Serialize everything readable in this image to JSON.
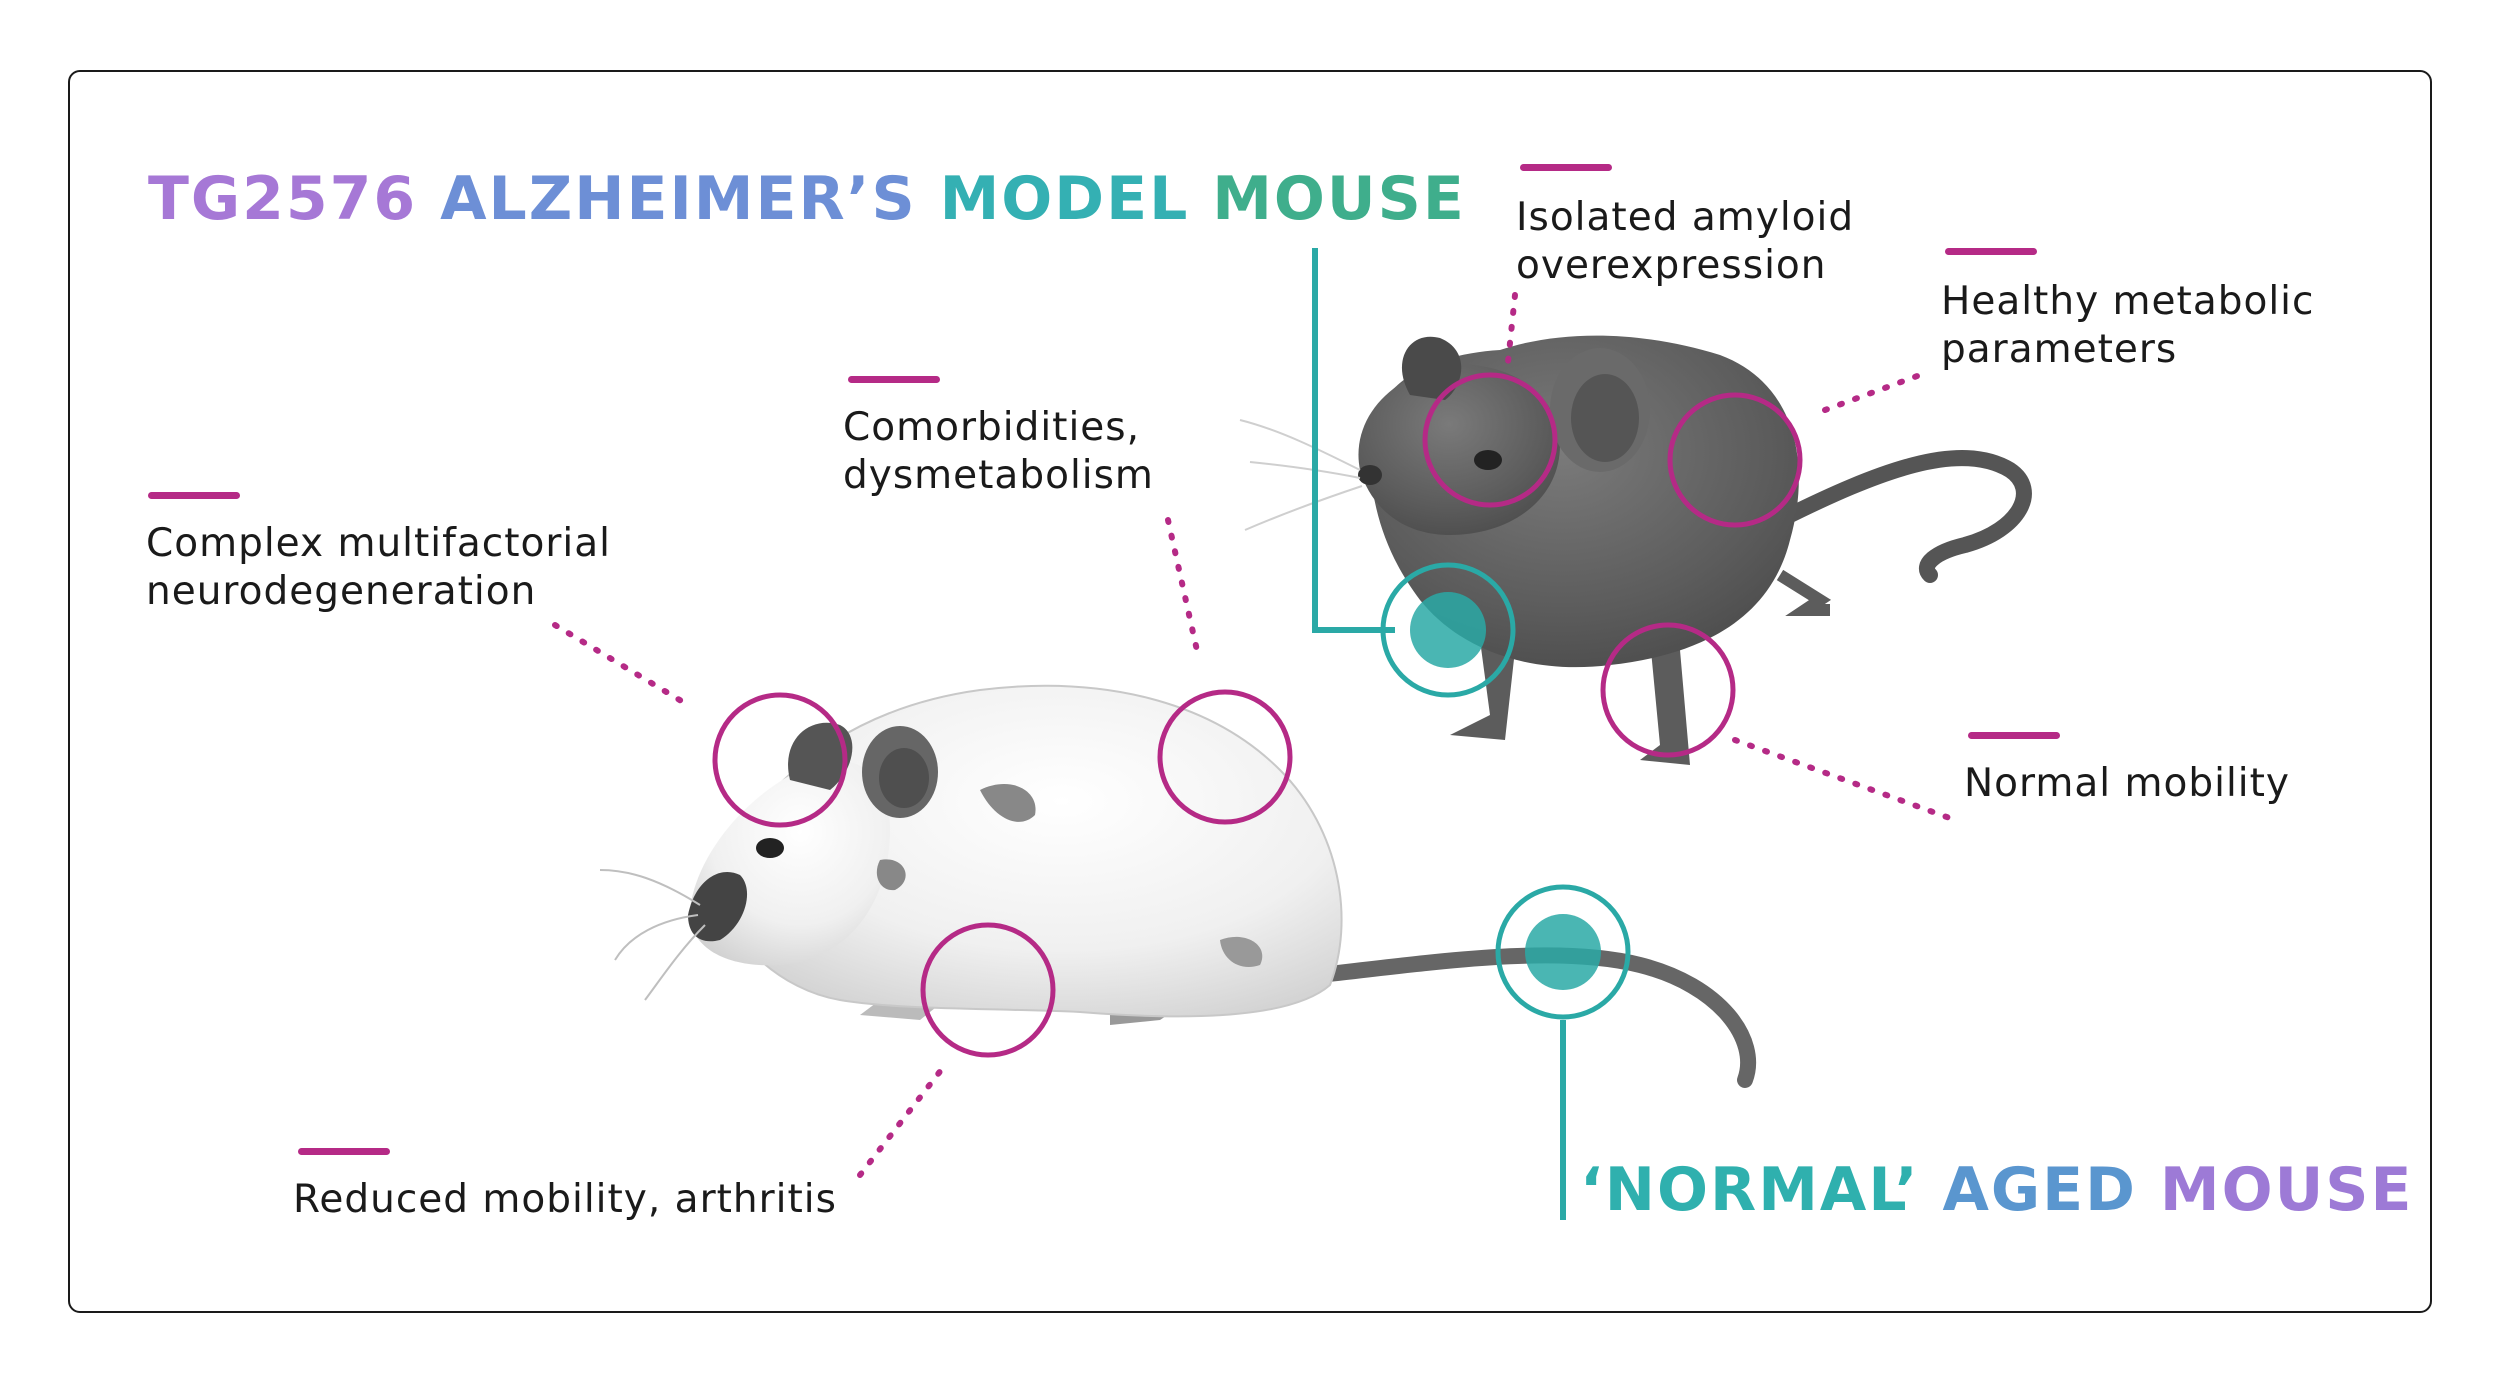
{
  "titles": {
    "model": {
      "words": [
        "TG2576",
        "ALZHEIMER’S",
        "MODEL",
        "MOUSE"
      ],
      "colors": [
        "#a678d6",
        "#6d8fd6",
        "#34b0b3",
        "#3fae8c"
      ]
    },
    "aged": {
      "words": [
        "‘NORMAL’",
        "AGED",
        "MOUSE"
      ],
      "colors": [
        "#2fb0ae",
        "#5a96cf",
        "#9d7ad6"
      ]
    }
  },
  "labels": {
    "complex": [
      "Complex multifactorial",
      "neurodegeneration"
    ],
    "comorbid": [
      "Comorbidities,",
      "dysmetabolism"
    ],
    "reduced": [
      "Reduced mobility, arthritis"
    ],
    "amyloid": [
      "Isolated amyloid",
      "overexpression"
    ],
    "metabolic": [
      "Healthy metabolic",
      "parameters"
    ],
    "normal_mob": [
      "Normal mobility"
    ]
  },
  "colors": {
    "accent_magenta": "#b52a86",
    "accent_teal": "#2aa9a6",
    "dark_mouse": "#5a5a5a",
    "white_mouse": "#f2f2f2"
  },
  "icons": [
    "white-aged-mouse-illustration",
    "dark-transgenic-mouse-illustration"
  ]
}
